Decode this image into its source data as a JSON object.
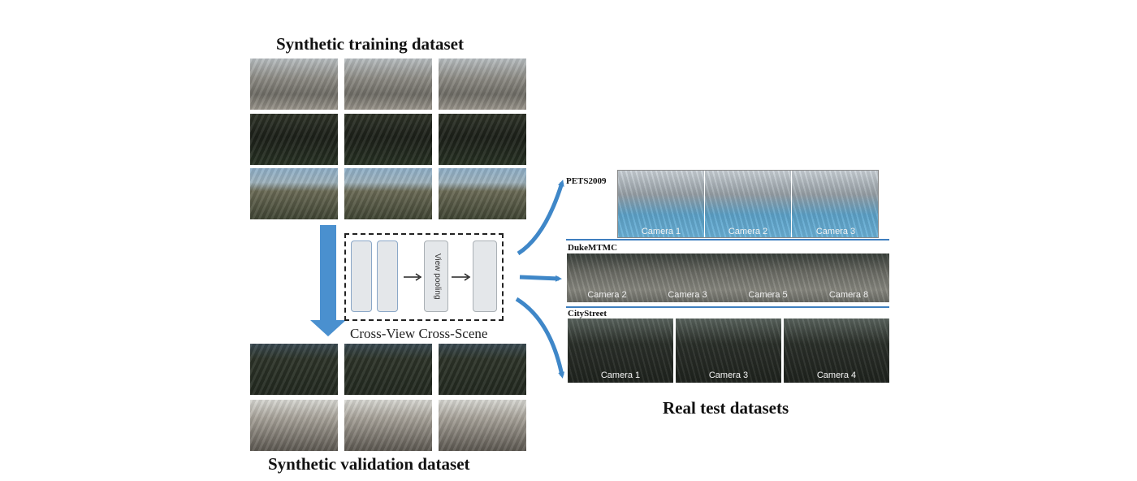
{
  "titles": {
    "training": "Synthetic training dataset",
    "validation": "Synthetic validation dataset",
    "real_test": "Real test datasets"
  },
  "model": {
    "caption": "Cross-View Cross-Scene",
    "pooling_label": "View pooling"
  },
  "real_datasets": [
    {
      "name": "PETS2009",
      "cameras": [
        "Camera 1",
        "Camera 2",
        "Camera 3"
      ]
    },
    {
      "name": "DukeMTMC",
      "cameras": [
        "Camera 2",
        "Camera 3",
        "Camera 5",
        "Camera 8"
      ]
    },
    {
      "name": "CityStreet",
      "cameras": [
        "Camera 1",
        "Camera 3",
        "Camera 4"
      ]
    }
  ],
  "colors": {
    "arrow": "#3f87c8",
    "divider": "#3f7fbf"
  }
}
